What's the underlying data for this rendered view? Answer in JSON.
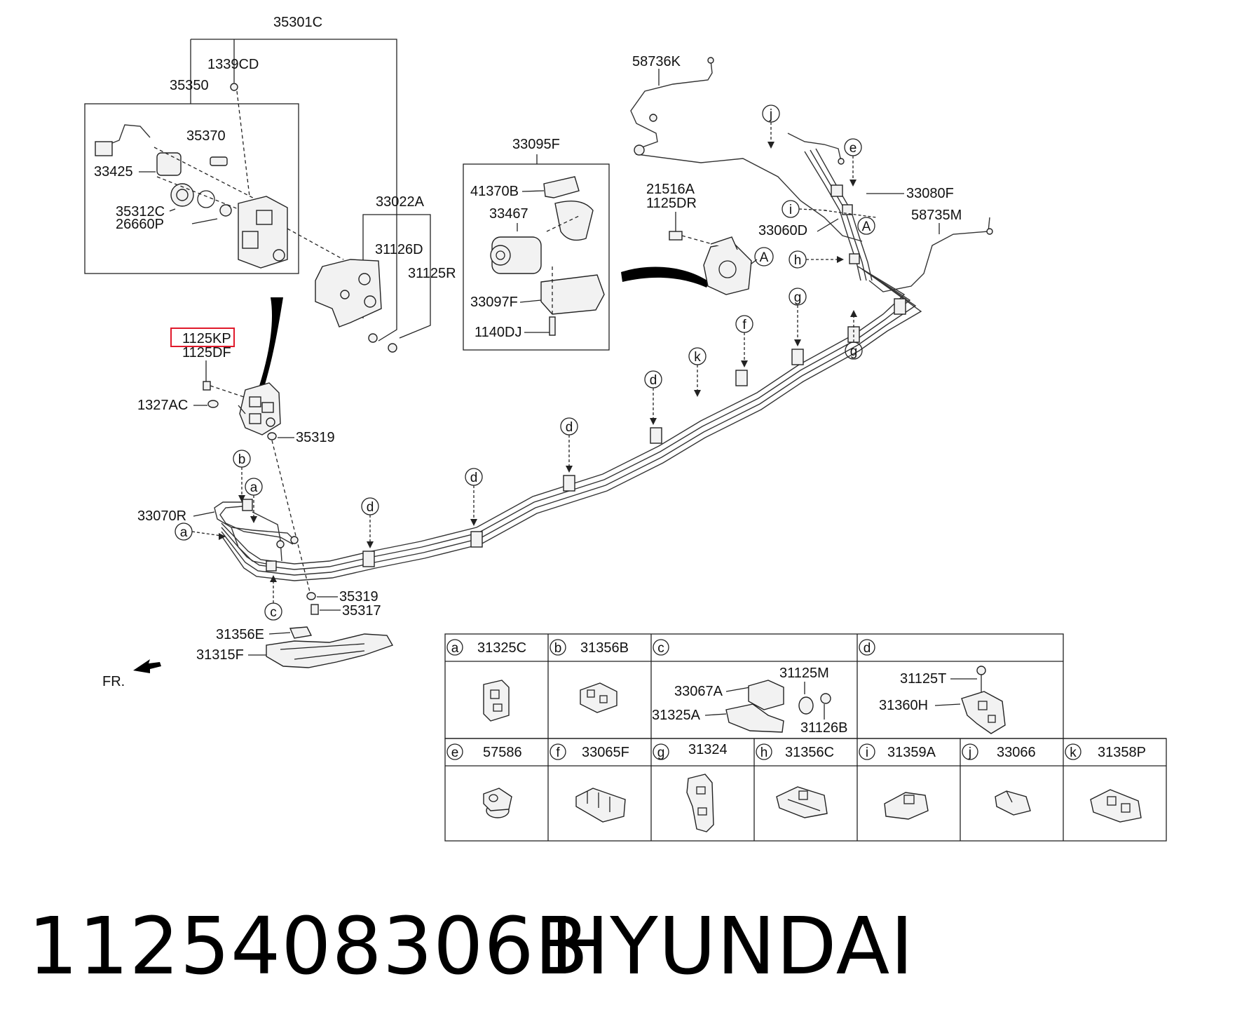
{
  "callouts": {
    "c35301C": "35301C",
    "c1339CD": "1339CD",
    "c35350": "35350",
    "c35370": "35370",
    "c33425": "33425",
    "c35312C": "35312C",
    "c26660P": "26660P",
    "c33022A": "33022A",
    "c31126D": "31126D",
    "c31125R": "31125R",
    "c33095F": "33095F",
    "c41370B": "41370B",
    "c33467": "33467",
    "c33097F": "33097F",
    "c1140DJ": "1140DJ",
    "c21516A": "21516A",
    "c1125DR": "1125DR",
    "c58736K": "58736K",
    "c33080F": "33080F",
    "c58735M": "58735M",
    "c33060D": "33060D",
    "c1125KP": "1125KP",
    "c1125DF": "1125DF",
    "c1327AC": "1327AC",
    "c35319a": "35319",
    "c33070R": "33070R",
    "c35319b": "35319",
    "c35317": "35317",
    "c31356E": "31356E",
    "c31315F": "31315F",
    "c33067A": "33067A",
    "c31125M": "31125M",
    "c31325A": "31325A",
    "c31126B": "31126B",
    "c31125T": "31125T",
    "c31360H": "31360H",
    "fr": "FR."
  },
  "letters": {
    "a": "a",
    "b": "b",
    "c": "c",
    "d": "d",
    "e": "e",
    "f": "f",
    "g": "g",
    "h": "h",
    "i": "i",
    "j": "j",
    "k": "k",
    "A": "A"
  },
  "table": {
    "row1": [
      {
        "key": "a",
        "part": "31325C"
      },
      {
        "key": "b",
        "part": "31356B"
      },
      {
        "key": "c",
        "part": ""
      },
      {
        "key": "d",
        "part": ""
      }
    ],
    "row2": [
      {
        "key": "e",
        "part": "57586"
      },
      {
        "key": "f",
        "part": "33065F"
      },
      {
        "key": "g",
        "part": "31324"
      },
      {
        "key": "h",
        "part": "31356C"
      },
      {
        "key": "i",
        "part": "31359A"
      },
      {
        "key": "j",
        "part": "33066"
      },
      {
        "key": "k",
        "part": "31358P"
      }
    ]
  },
  "highlight_color": "#e0192b",
  "footer": {
    "part_number": "1125408306B",
    "brand": "HYUNDAI"
  }
}
